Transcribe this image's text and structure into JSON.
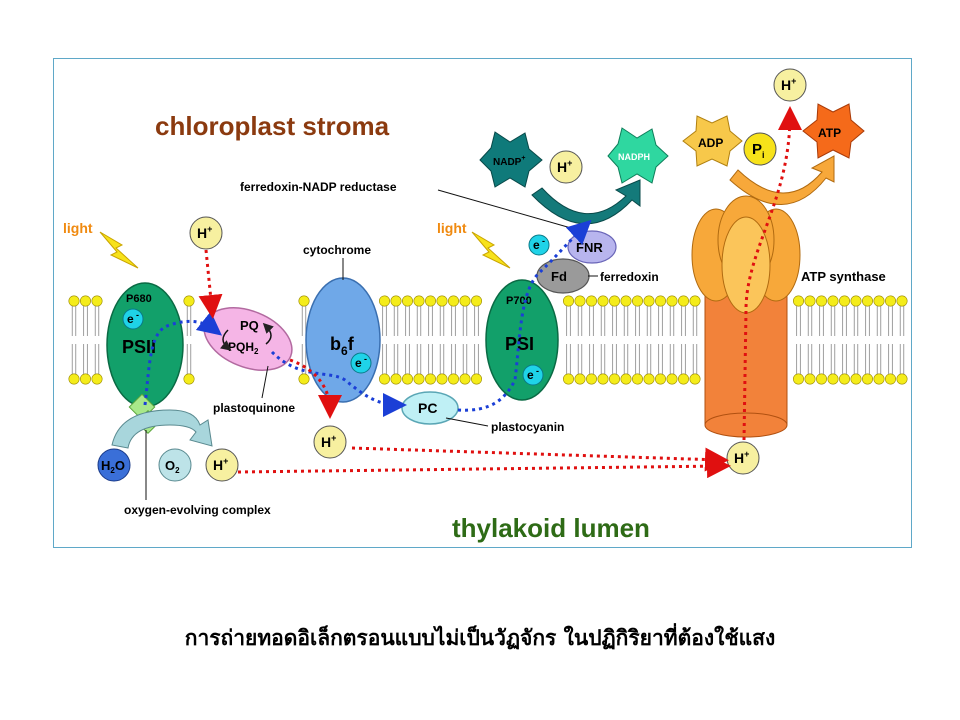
{
  "labels": {
    "stroma": "chloroplast stroma",
    "lumen": "thylakoid lumen",
    "light_left": "light",
    "light_right": "light",
    "p680": "P680",
    "psii": "PSII",
    "pq": "PQ",
    "pqh2": "PQH",
    "pqh2_sub": "2",
    "plastoquinone": "plastoquinone",
    "cytochrome": "cytochrome",
    "b6f_b": "b",
    "b6f_sub": "6",
    "b6f_f": "f",
    "pc": "PC",
    "plastocyanin": "plastocyanin",
    "p700": "P700",
    "psi": "PSI",
    "fd": "Fd",
    "ferredoxin": "ferredoxin",
    "fnr": "FNR",
    "fnr_label": "ferredoxin-NADP reductase",
    "nadp": "NADP",
    "nadp_sup": "+",
    "nadph": "NADPH",
    "adp": "ADP",
    "pi": "P",
    "pi_sub": "i",
    "atp": "ATP",
    "atp_synthase": "ATP synthase",
    "oec": "oxygen-evolving complex",
    "h2o": "H",
    "h2o_sub": "2",
    "h2o_o": "O",
    "o2": "O",
    "o2_sub": "2",
    "h": "H",
    "plus": "+",
    "e": "e",
    "minus": "-"
  },
  "caption": "การถ่ายทอดอิเล็กตรอนแบบไม่เป็นวัฏจักร  ในปฏิกิริยาที่ต้องใช้แสง",
  "colors": {
    "stroma_text": "#8b3a0f",
    "lumen_text": "#2e6b16",
    "light_text": "#f08a10",
    "lipid_head": "#f4ec1a",
    "psii": "#12a06a",
    "b6f": "#6fa8e8",
    "pq": "#f5b5e6",
    "pc": "#bff0f5",
    "fnr": "#b8b5ee",
    "fd": "#9a9a9a",
    "electron": "#1fd3e8",
    "proton": "#f7f0a0",
    "atp_synthase_stalk": "#f2823a",
    "atp_synthase_head": "#f7a83a",
    "arrow_blue": "#1b3fd6",
    "arrow_red": "#e01010",
    "nadp_arrow": "#147a7a"
  }
}
